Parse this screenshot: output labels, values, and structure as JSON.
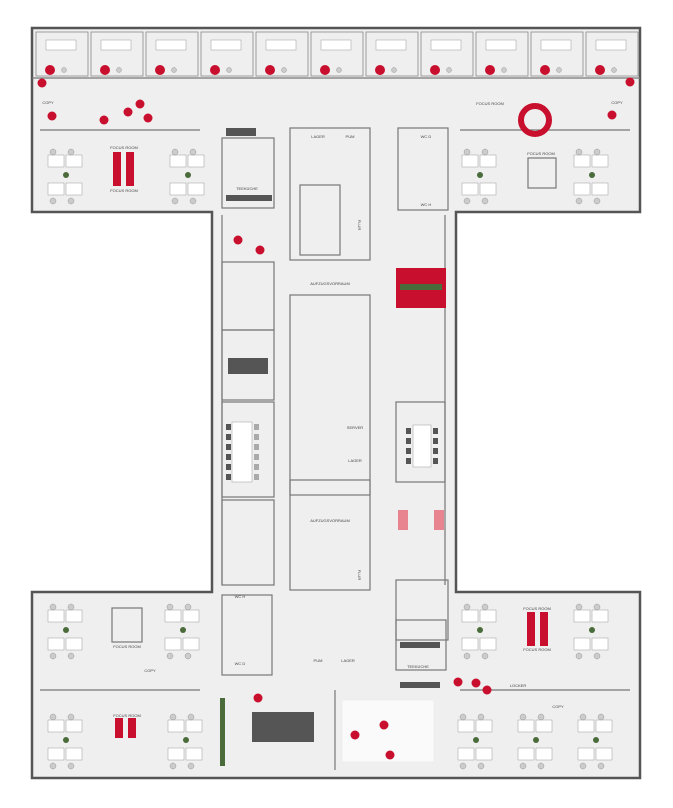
{
  "plan": {
    "labels": {
      "copy_tl": "COPY",
      "copy_tr": "COPY",
      "focus_tl_a": "FOCUS ROOM",
      "focus_tl_b": "FOCUS ROOM",
      "focus_top_c": "FOCUS ROOM",
      "focus_tr": "FOCUS ROOM",
      "teekueche_top": "TEEKÜCHE",
      "lager_top": "LAGER",
      "pum_top": "PUM",
      "wc_d_top": "WC D",
      "wc_h_top": "WC H",
      "aufzug_1": "AUFZUGSVORRAUM",
      "aufzug_2": "AUFZUGSVORRAUM",
      "flur_1": "FLUR",
      "flur_2": "FLUR",
      "server": "SERVER",
      "lager_mid": "LAGER",
      "wc_h_bot": "WC H",
      "wc_d_bot": "WC D",
      "pum_bot": "PUM",
      "lager_bot": "LAGER",
      "teekueche_bot": "TEEKÜCHE",
      "focus_bl": "FOCUS ROOM",
      "focus_bl2": "FOCUS ROOM",
      "focus_br_a": "FOCUS ROOM",
      "focus_br_b": "FOCUS ROOM",
      "copy_bl": "COPY",
      "copy_br": "COPY",
      "locker": "LOCKER"
    },
    "colors": {
      "accent": "#c8102e",
      "accent_light": "#e8848f",
      "plant": "#4a6b3a",
      "wall": "#555555",
      "floor": "#efefef"
    }
  }
}
